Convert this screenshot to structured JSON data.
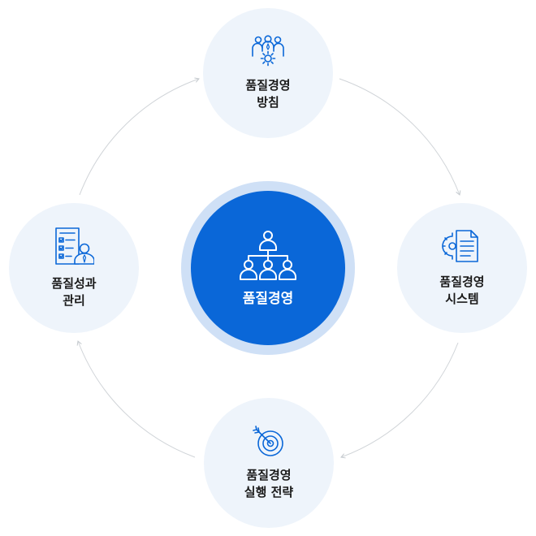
{
  "center": {
    "label": "품질경영",
    "icon": "org-chart-icon"
  },
  "nodes": {
    "top": {
      "line1": "품질경영",
      "line2": "방침",
      "icon": "team-gear-icon"
    },
    "right": {
      "line1": "품질경영",
      "line2": "시스템",
      "icon": "document-gear-icon"
    },
    "bottom": {
      "line1": "품질경영",
      "line2": "실행 전략",
      "icon": "target-icon"
    },
    "left": {
      "line1": "품질성과",
      "line2": "관리",
      "icon": "checklist-person-icon"
    }
  },
  "colors": {
    "primary": "#0a67d8",
    "halo": "#cfe0f6",
    "node_bg": "#eef4fb",
    "arc": "#d0d4d8",
    "text": "#1a1a1a"
  }
}
